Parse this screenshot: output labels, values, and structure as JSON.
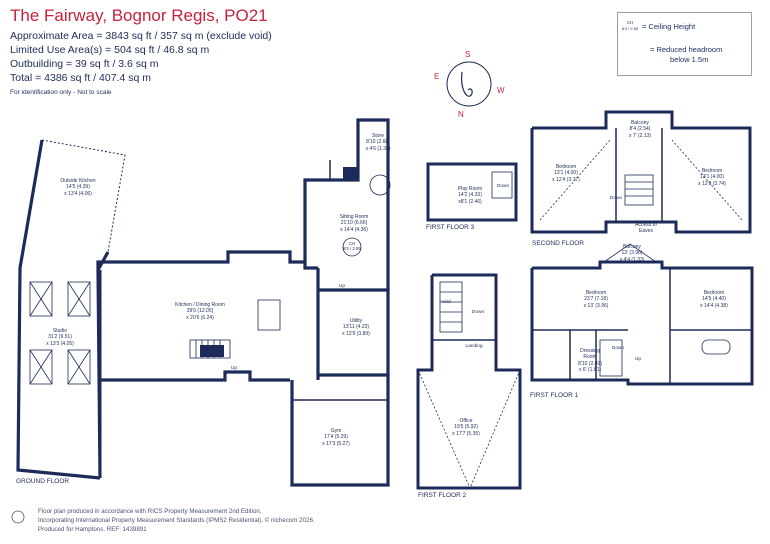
{
  "header": {
    "title": "The Fairway, Bognor Regis, PO21",
    "areas": [
      "Approximate Area = 3843 sq ft / 357 sq m (exclude void)",
      "Limited Use Area(s) = 504 sq ft / 46.8 sq m",
      "Outbuilding = 39 sq ft / 3.6 sq m",
      "Total = 4386 sq ft / 407.4 sq m"
    ],
    "identification": "For identification only - Not to scale"
  },
  "legend": {
    "ch_symbol_top": "CH",
    "ch_symbol_bottom": "8'4 / 2.55",
    "ceiling_label": "= Ceiling Height",
    "reduced_label_1": "= Reduced headroom",
    "reduced_label_2": "below 1.5m"
  },
  "compass": {
    "north": "N",
    "south": "S",
    "east": "E",
    "west": "W"
  },
  "floors": {
    "ground": "GROUND FLOOR",
    "first_1": "FIRST FLOOR 1",
    "first_2": "FIRST FLOOR 2",
    "first_3": "FIRST FLOOR 3",
    "second": "SECOND FLOOR"
  },
  "rooms": {
    "outside_kitchen": [
      "Outside Kitchen",
      "14'5 (4.39)",
      "x 13'4 (4.06)"
    ],
    "studio": [
      "Studio",
      "31'2 (9.51)",
      "x 13'3 (4.05)"
    ],
    "kitchen": [
      "Kitchen / Dining Room",
      "39'6 (12.05)",
      "x 20'6 (6.24)"
    ],
    "store": [
      "Store",
      "8'10 (2.68)",
      "x 4'6 (1.36)"
    ],
    "sitting": [
      "Sitting Room",
      "21'10 (6.66)",
      "x 14'4 (4.36)"
    ],
    "sitting_ch": [
      "CH",
      "8'4 / 2.55"
    ],
    "utility": [
      "Utility",
      "13'11 (4.23)",
      "x 12'9 (3.89)"
    ],
    "gym": [
      "Gym",
      "17'4 (5.29)",
      "x 17'3 (5.27)"
    ],
    "play": [
      "Play Room",
      "14'2 (4.33)",
      "x8'1 (2.46)"
    ],
    "office": [
      "Office",
      "19'5 (5.92)",
      "x 17'7 (5.35)"
    ],
    "bed_ff1_left": [
      "Bedroom",
      "23'7 (7.18)",
      "x 13' (3.96)"
    ],
    "bed_ff1_right": [
      "Bedroom",
      "14'5 (4.40)",
      "x 14'4 (4.38)"
    ],
    "balcony_ff1": [
      "Balcony",
      "13' (3.96)",
      "x 4'4 (1.33)"
    ],
    "dressing": [
      "Dressing",
      "Room",
      "8'10 (2.69)",
      "x 6' (1.81)"
    ],
    "balcony_sf": [
      "Balcony",
      "8'4 (2.54)",
      "x 7' (2.13)"
    ],
    "bed_sf_left": [
      "Bedroom",
      "13'1 (4.00)",
      "x 12'4 (3.77)"
    ],
    "bed_sf_right": [
      "Bedroom",
      "13'1 (4.00)",
      "x 12'3 (3.74)"
    ],
    "access": [
      "Access to",
      "Eaves"
    ]
  },
  "labels": {
    "up": "Up",
    "down": "Down",
    "void": "Void",
    "landing": "Landing"
  },
  "footer": {
    "line1": "Floor plan produced in accordance with RICS Property Measurement 2nd Edition,",
    "line2": "Incorporating International Property Measurement Standards (IPMS2 Residential).  © nichecom 2026.",
    "line3": "Produced for Hamptons.   REF:  1439891"
  },
  "colors": {
    "walls": "#1d2b5a",
    "title": "#c8213b",
    "compass": "#c8213b"
  }
}
